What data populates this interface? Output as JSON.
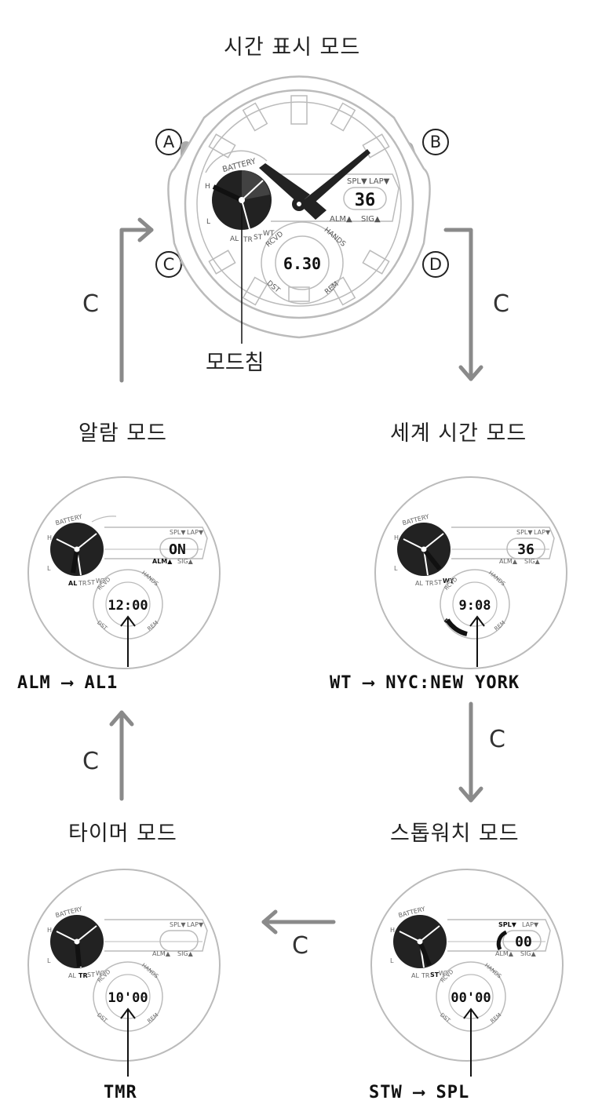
{
  "modes": {
    "timekeeping": "시간 표시 모드",
    "alarm": "알람 모드",
    "world_time": "세계 시간 모드",
    "timer": "타이머 모드",
    "stopwatch": "스톱워치 모드"
  },
  "buttons": {
    "a": "A",
    "b": "B",
    "c": "C",
    "d": "D"
  },
  "transition_label": "C",
  "pointer_label": "모드침",
  "main_watch": {
    "lcd_top": "36",
    "lcd_bottom": "6.30",
    "band_labels": {
      "battery": "BATTERY",
      "h": "H",
      "l": "L",
      "al": "AL",
      "tr": "TR",
      "st": "ST",
      "wt": "WT",
      "spl": "SPL▼",
      "lap": "LAP▼",
      "alm": "ALM▲",
      "sig": "SIG▲",
      "rcvd": "RCVD",
      "hands": "HANDS",
      "dst": "DST",
      "rem": "REM"
    }
  },
  "alarm_watch": {
    "lcd_top": "ON",
    "lcd_bottom": "12:00",
    "caption": "ALM ⟶ AL1"
  },
  "world_watch": {
    "lcd_top": "36",
    "lcd_bottom": "9:08",
    "caption": "WT ⟶ NYC:NEW YORK"
  },
  "timer_watch": {
    "lcd_top": "",
    "lcd_bottom": "10'00",
    "caption": "TMR"
  },
  "stopwatch_watch": {
    "lcd_top": "00",
    "lcd_bottom": "00'00",
    "caption": "STW ⟶ SPL"
  },
  "colors": {
    "line": "#bbbbbb",
    "arrow": "#8a8a8a",
    "button": "#aaaaaa",
    "ink": "#222222"
  }
}
